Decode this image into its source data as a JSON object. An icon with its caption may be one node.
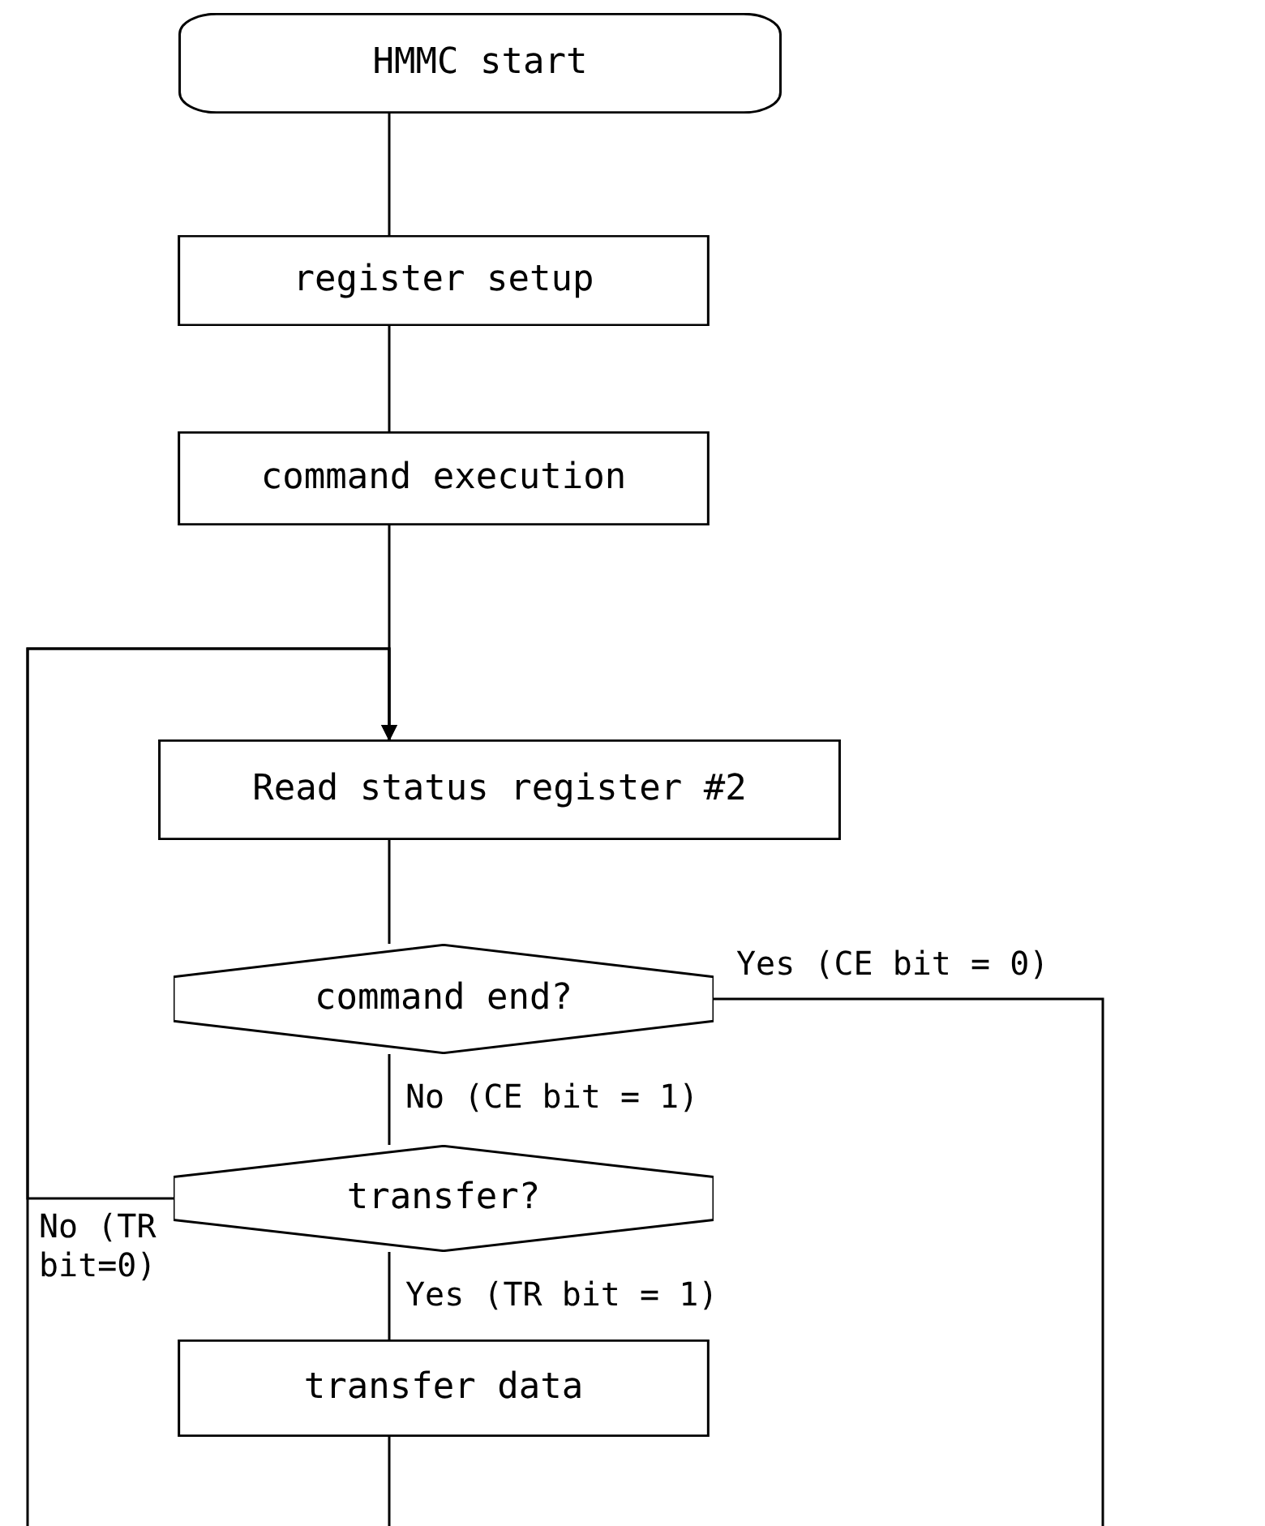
{
  "diagram": {
    "nodes": [
      {
        "text": [
          "HMMC start"
        ]
      },
      {
        "text": [
          "register setup"
        ]
      },
      {
        "text": [
          "command execution"
        ]
      },
      {
        "text": [
          "Read status register #2"
        ]
      },
      {
        "text": [
          "command end?"
        ]
      },
      {
        "text": [
          "transfer?"
        ]
      },
      {
        "text": [
          "transfer data"
        ]
      }
    ],
    "edges": [
      {
        "from": 0,
        "to": 1,
        "arrow": "none"
      },
      {
        "from": 1,
        "to": 2,
        "arrow": "none"
      },
      {
        "from": 2,
        "to": 3,
        "arrow": "none"
      },
      {
        "from": 3,
        "to": 4,
        "arrow": "none"
      },
      {
        "from": 4,
        "to": null,
        "arrow": "none",
        "label": "Yes (CE bit = 0)"
      },
      {
        "from": 4,
        "to": 5,
        "arrow": "none",
        "label": "No (CE bit = 1)"
      },
      {
        "from": 5,
        "to": 3,
        "arrow": "to",
        "label": "No (TR bit=0)"
      },
      {
        "from": 5,
        "to": 6,
        "arrow": "none",
        "label": "Yes (TR bit = 1)"
      },
      {
        "from": 6,
        "to": null,
        "arrow": "none"
      },
      {
        "from": null,
        "to": 3,
        "arrow": "to"
      }
    ]
  }
}
